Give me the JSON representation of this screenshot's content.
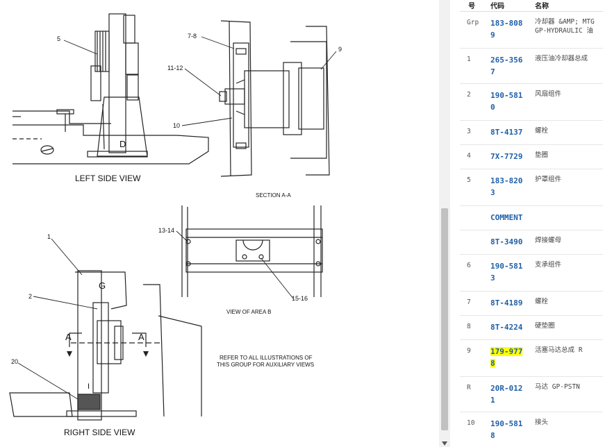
{
  "drawing": {
    "captions": {
      "left_side": "LEFT SIDE VIEW",
      "section": "SECTION A-A",
      "area_b": "VIEW OF AREA B",
      "right_side": "RIGHT SIDE VIEW",
      "refer_line1": "REFER TO ALL ILLUSTRATIONS OF",
      "refer_line2": "THIS GROUP FOR AUXILIARY VIEWS"
    },
    "callouts": {
      "c5": "5",
      "c7_8": "7-8",
      "c9": "9",
      "c11_12": "11-12",
      "c10": "10",
      "c13_14": "13-14",
      "c15_16": "15-16",
      "c1": "1",
      "c2": "2",
      "c20": "20"
    },
    "letters": {
      "d": "D",
      "g": "G",
      "a_left": "A",
      "a_right": "A",
      "i": "I"
    }
  },
  "parts": {
    "headers": {
      "no": "号",
      "code": "代码",
      "name": "名称"
    },
    "rows": [
      {
        "no": "Grp",
        "code": "183-8089",
        "name": "冷却器 &AMP; MTG GP-HYDRAULIC 油"
      },
      {
        "no": "1",
        "code": "265-3567",
        "name": "液压油冷却器总成"
      },
      {
        "no": "2",
        "code": "190-5810",
        "name": "风扇组件"
      },
      {
        "no": "3",
        "code": "8T-4137",
        "name": "螺栓"
      },
      {
        "no": "4",
        "code": "7X-7729",
        "name": "垫圈"
      },
      {
        "no": "5",
        "code": "183-8203",
        "name": "护罩组件"
      },
      {
        "no": "",
        "code": "COMMENT",
        "name": ""
      },
      {
        "no": "",
        "code": "8T-3490",
        "name": "焊接螺母"
      },
      {
        "no": "6",
        "code": "190-5813",
        "name": "支承组件"
      },
      {
        "no": "7",
        "code": "8T-4189",
        "name": "螺栓"
      },
      {
        "no": "8",
        "code": "8T-4224",
        "name": "硬垫圈"
      },
      {
        "no": "9",
        "code": "179-9778",
        "name": "活塞马达总成 R"
      },
      {
        "no": "R",
        "code": "20R-0121",
        "name": "马达 GP-PSTN"
      },
      {
        "no": "10",
        "code": "190-5818",
        "name": "接头"
      }
    ]
  }
}
